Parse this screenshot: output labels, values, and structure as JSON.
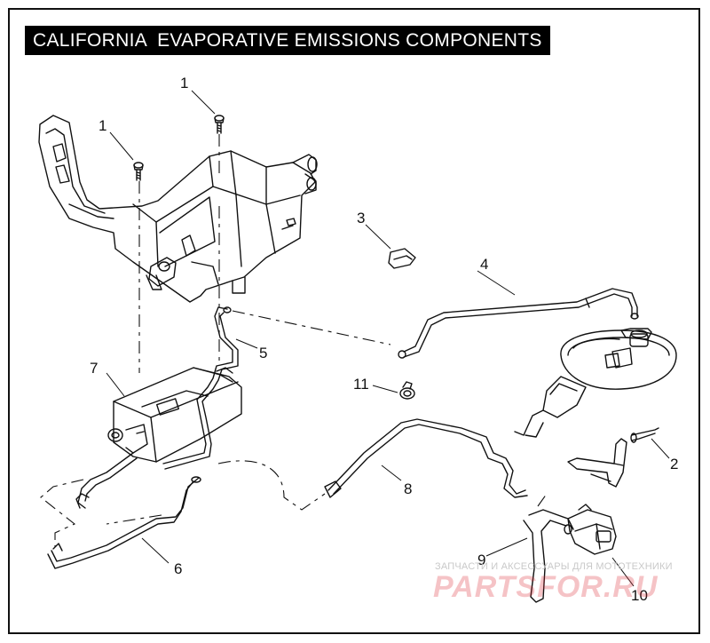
{
  "title": "CALIFORNIA  EVAPORATIVE EMISSIONS COMPONENTS",
  "callouts": {
    "c1a": "1",
    "c1b": "1",
    "c2": "2",
    "c3": "3",
    "c4": "4",
    "c5": "5",
    "c6": "6",
    "c7": "7",
    "c8": "8",
    "c9": "9",
    "c10": "10",
    "c11": "11"
  },
  "watermark": {
    "line1": "ЗАПЧАСТИ И АКСЕССУАРЫ ДЛЯ МОТОТЕХНИКИ",
    "line2": "PARTSFOR.RU"
  },
  "colors": {
    "ink": "#111111",
    "background": "#ffffff",
    "watermark_red": "#dc2832"
  }
}
